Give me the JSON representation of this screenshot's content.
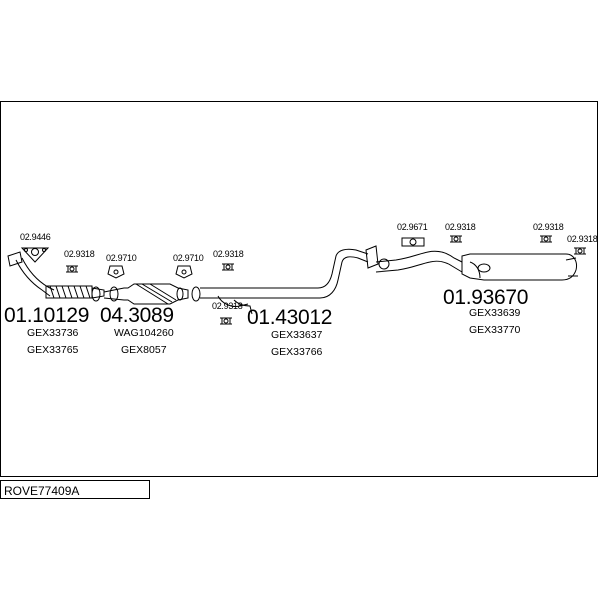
{
  "diagram_id": "ROVE77409A",
  "labels": {
    "gasket_top_left": "02.9446",
    "hanger_1": "02.9318",
    "clamp_1": "02.9710",
    "clamp_2": "02.9710",
    "hanger_2": "02.9318",
    "hanger_3": "02.9318",
    "gasket_rear": "02.9671",
    "hanger_4": "02.9318",
    "hanger_5": "02.9318",
    "hanger_6": "02.9318"
  },
  "parts": {
    "front_pipe": {
      "number": "01.10129",
      "refs": [
        "GEX33736",
        "GEX33765"
      ]
    },
    "catalyst": {
      "number": "04.3089",
      "refs": [
        "WAG104260",
        "GEX8057"
      ]
    },
    "middle_pipe": {
      "number": "01.43012",
      "refs": [
        "GEX33637",
        "GEX33766"
      ]
    },
    "rear_silencer": {
      "number": "01.93670",
      "refs": [
        "GEX33639",
        "GEX33770"
      ]
    }
  },
  "colors": {
    "line": "#000000",
    "background": "#ffffff"
  }
}
